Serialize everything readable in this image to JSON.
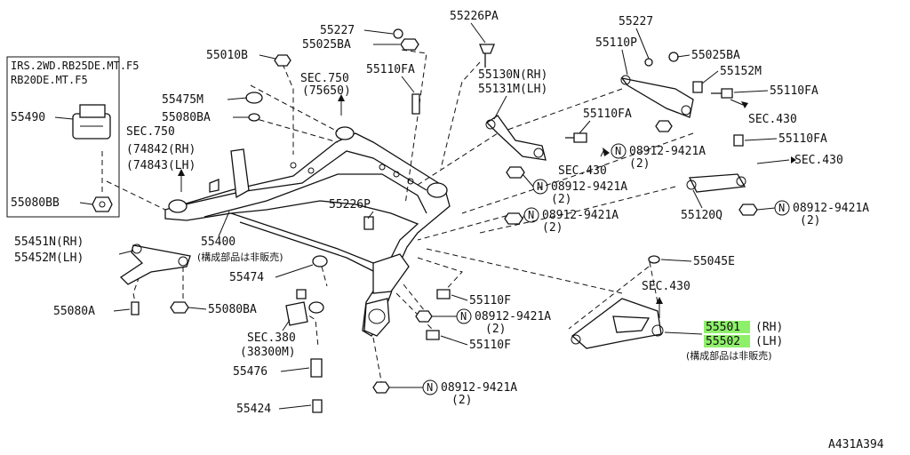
{
  "inset": {
    "line1": "IRS.2WD.RB25DE.MT.F5",
    "line2": "RB20DE.MT.F5",
    "part_a": "55490",
    "part_b": "55080BB"
  },
  "labels": {
    "l55010B": "55010B",
    "l55227a": "55227",
    "l55025BAa": "55025BA",
    "l55226PA": "55226PA",
    "l55227b": "55227",
    "l55110P": "55110P",
    "l55025BAb": "55025BA",
    "l55152M": "55152M",
    "l55110FA_r": "55110FA",
    "sec430a": "SEC.430",
    "l55130N": "55130N(RH)",
    "l55131M": "55131M(LH)",
    "l55110FA_mid": "55110FA",
    "l55110FA_top": "55110FA",
    "sec750a": "SEC.750",
    "sec750a_sub": "(75650)",
    "l55475M": "55475M",
    "l55080BA_top": "55080BA",
    "sec750b": "SEC.750",
    "sec750b_rh": "(74842(RH)",
    "sec750b_lh": "(74843(LH)",
    "l55110FA_far": "55110FA",
    "sec430b": "SEC.430",
    "n1": "08912-9421A",
    "n1q": "(2)",
    "sec430c": "SEC.430",
    "n2": "08912-9421A",
    "n2q": "(2)",
    "l55120Q": "55120Q",
    "n3": "08912-9421A",
    "n3q": "(2)",
    "l55226P": "55226P",
    "n4": "08912-9421A",
    "n4q": "(2)",
    "l55451N": "55451N(RH)",
    "l55452M": "55452M(LH)",
    "l55400": "55400",
    "jp_a": "(構成部品は非販売)",
    "l55045E": "55045E",
    "l55474": "55474",
    "sec430d": "SEC.430",
    "l55110F_a": "55110F",
    "l55080A": "55080A",
    "l55080BA_b": "55080BA",
    "n5": "08912-9421A",
    "n5q": "(2)",
    "l55501": "55501",
    "rh": "(RH)",
    "l55502": "55502",
    "lh": "(LH)",
    "jp_b": "(構成部品は非販売)",
    "sec380": "SEC.380",
    "sec380_sub": "(38300M)",
    "l55110F_b": "55110F",
    "l55476": "55476",
    "n6": "08912-9421A",
    "n6q": "(2)",
    "l55424": "55424",
    "ref": "A431A394"
  },
  "circle_letter": "N",
  "highlight_color": "#8ef06a"
}
